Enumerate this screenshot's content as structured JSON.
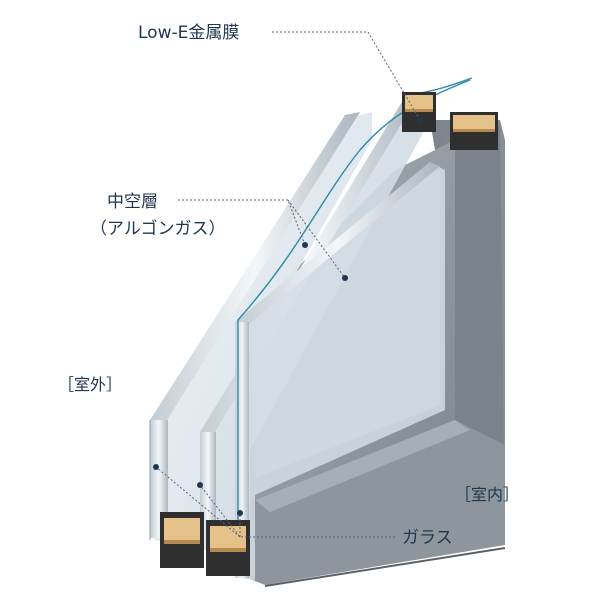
{
  "labels": {
    "lowe_film": "Low-E金属膜",
    "air_layer_line1": "中空層",
    "air_layer_line2": "（アルゴンガス）",
    "outdoor": "［室外］",
    "indoor": "［室内］",
    "glass": "ガラス"
  },
  "colors": {
    "text": "#1f3550",
    "leader": "#5a6678",
    "film": "#2f8aa8",
    "frame_inner": "#9aa3ab",
    "frame_side": "#6d767e",
    "glass_edge": "#b7c2ca",
    "spacer_fill": "#e5c28a",
    "spacer_dark": "#3a3a3a"
  }
}
